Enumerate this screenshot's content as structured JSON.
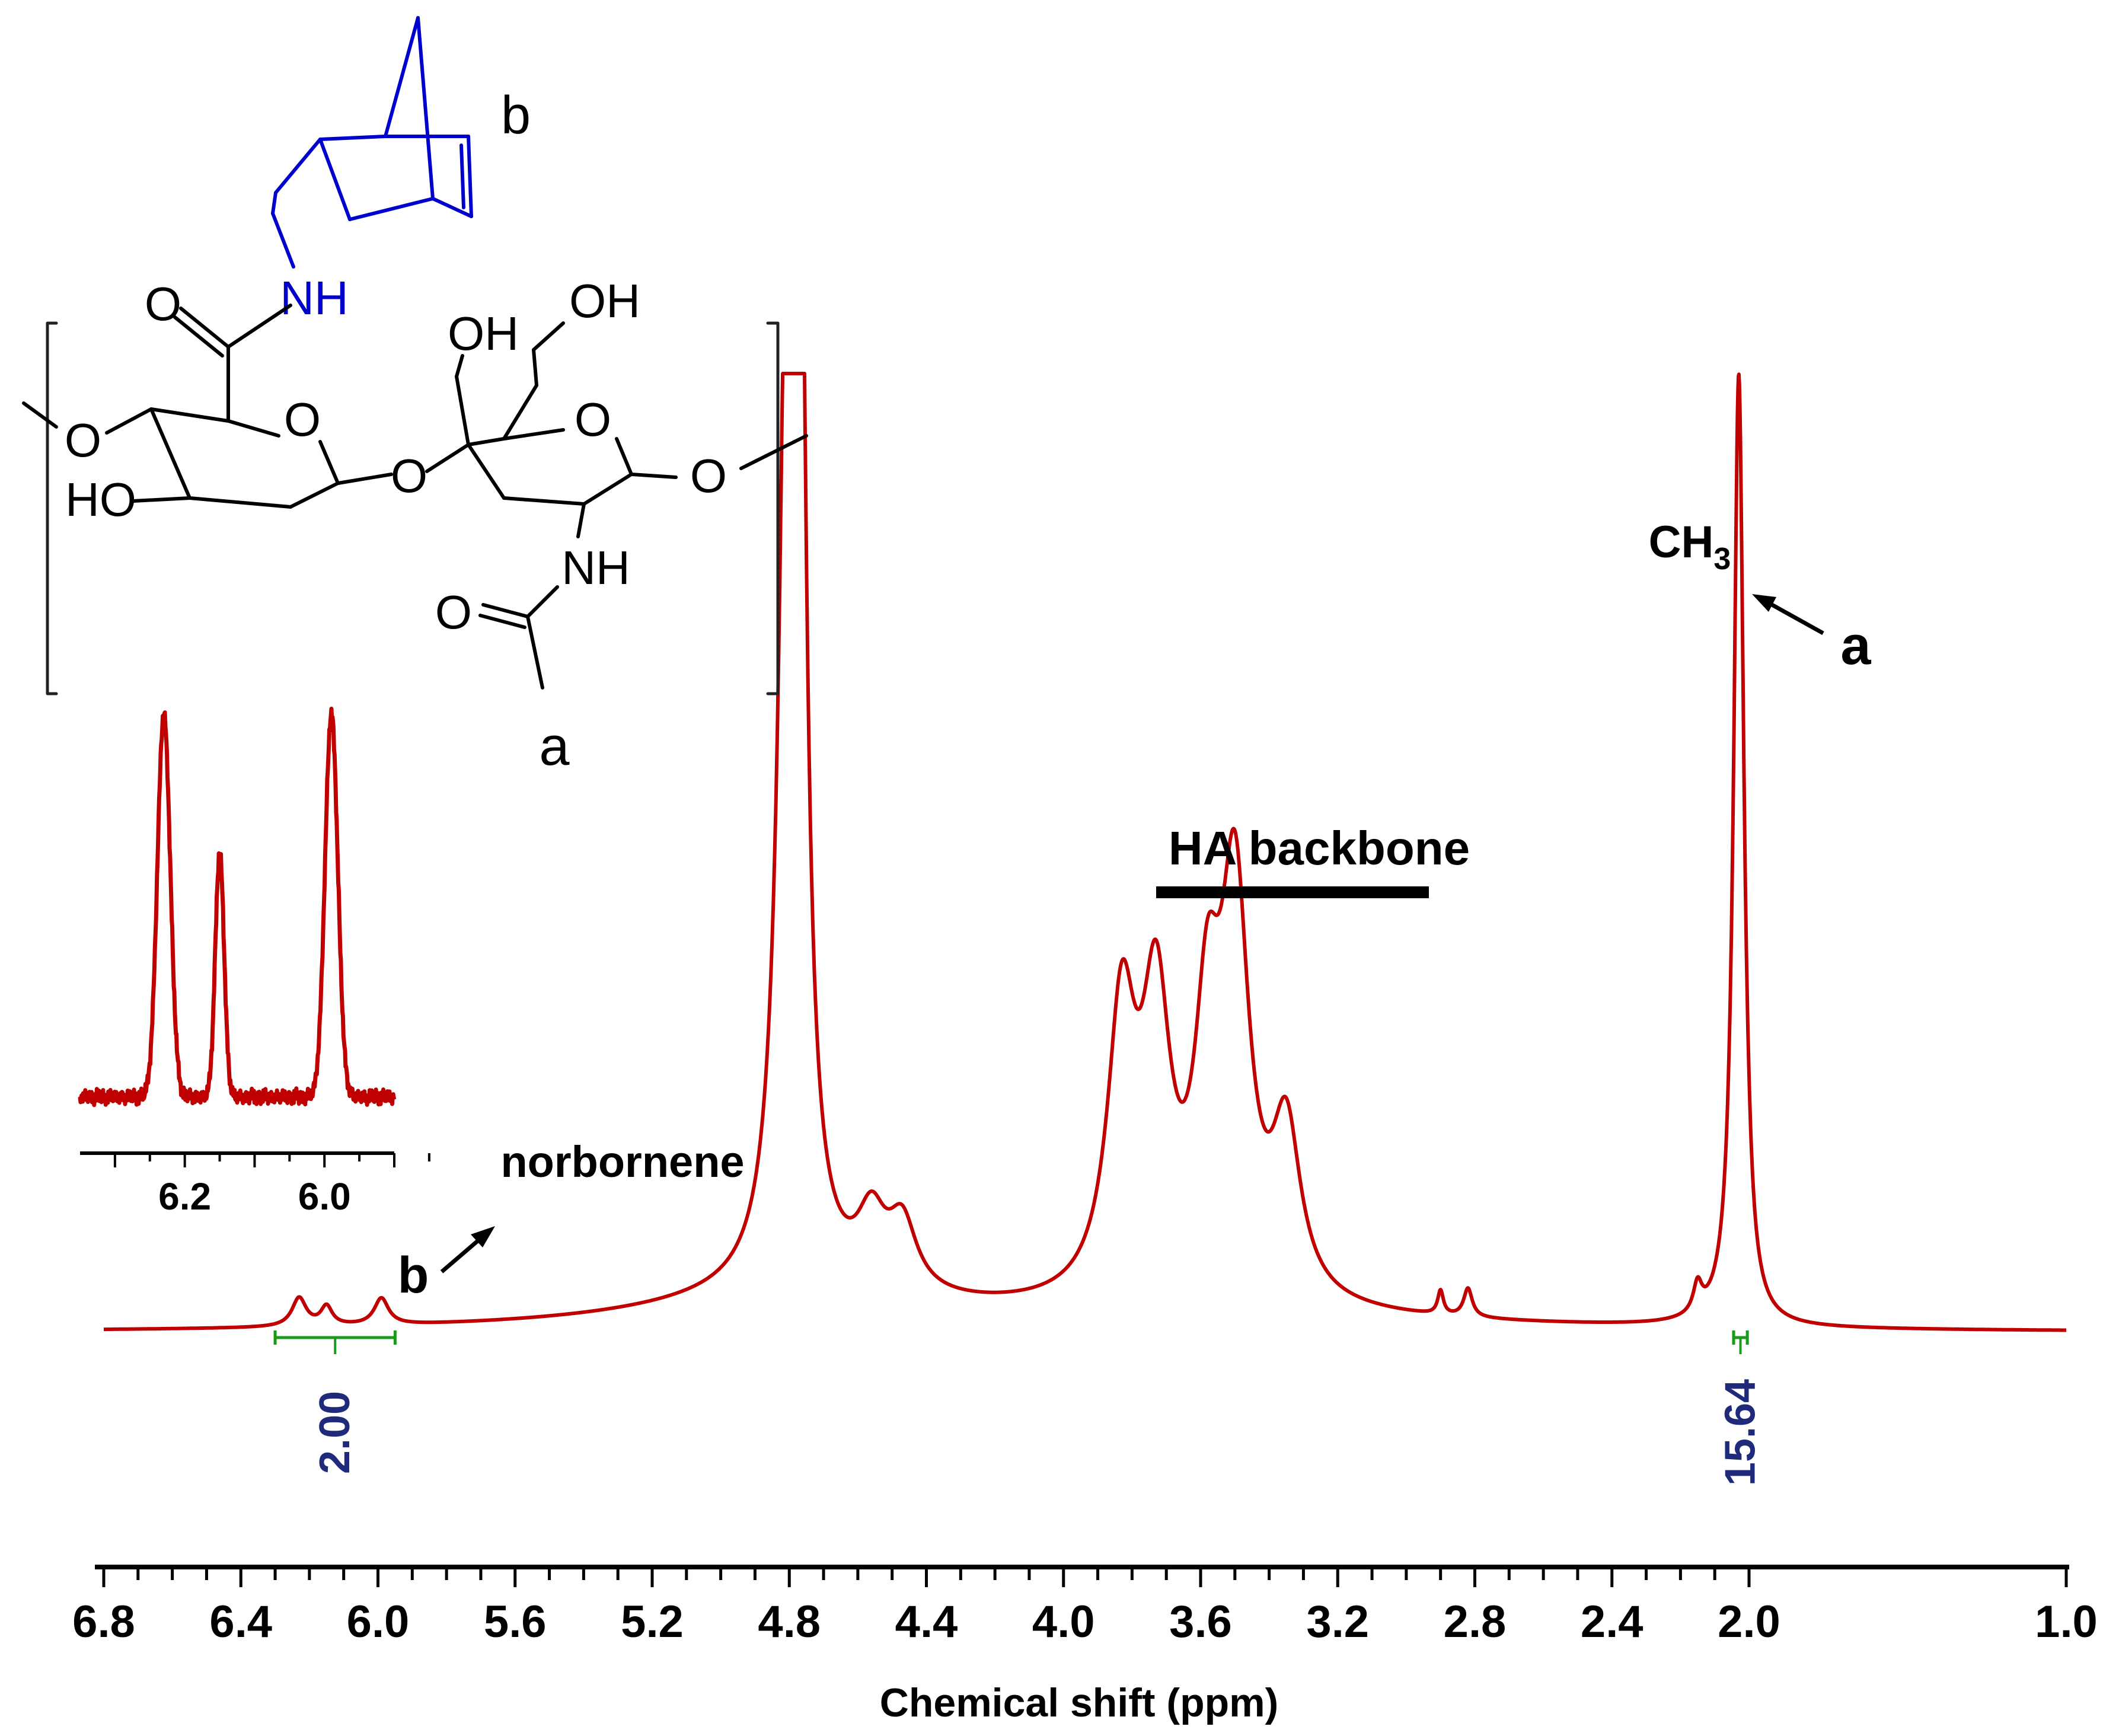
{
  "chart_data": {
    "type": "line",
    "xlabel": "Chemical shift (ppm)",
    "ylabel": "",
    "xlim": [
      6.8,
      1.0
    ],
    "x_ticks": [
      "6.8",
      "6.4",
      "6.0",
      "5.6",
      "5.2",
      "4.8",
      "4.4",
      "4.0",
      "3.6",
      "3.2",
      "2.8",
      "2.4",
      "2.0",
      "1.0"
    ],
    "grid": false,
    "series": [
      {
        "name": "",
        "color": "#c00000",
        "peaks": [
          {
            "x": 6.23,
            "height": 0.03,
            "width": 0.025
          },
          {
            "x": 6.15,
            "height": 0.02,
            "width": 0.02
          },
          {
            "x": 5.99,
            "height": 0.028,
            "width": 0.025
          },
          {
            "x": 4.8,
            "height": 1.2,
            "width": 0.03
          },
          {
            "x": 4.77,
            "height": 0.9,
            "width": 0.02
          },
          {
            "x": 4.56,
            "height": 0.07,
            "width": 0.05
          },
          {
            "x": 4.47,
            "height": 0.07,
            "width": 0.05
          },
          {
            "x": 3.83,
            "height": 0.29,
            "width": 0.05
          },
          {
            "x": 3.73,
            "height": 0.29,
            "width": 0.05
          },
          {
            "x": 3.58,
            "height": 0.25,
            "width": 0.045
          },
          {
            "x": 3.5,
            "height": 0.41,
            "width": 0.05
          },
          {
            "x": 3.35,
            "height": 0.17,
            "width": 0.05
          },
          {
            "x": 2.9,
            "height": 0.025,
            "width": 0.01
          },
          {
            "x": 2.82,
            "height": 0.03,
            "width": 0.015
          },
          {
            "x": 2.15,
            "height": 0.03,
            "width": 0.015
          },
          {
            "x": 2.03,
            "height": 1.0,
            "width": 0.018
          }
        ]
      }
    ],
    "integrals": [
      {
        "label": "2.00",
        "from": 6.3,
        "to": 5.95
      },
      {
        "label": "15.64",
        "from": 2.045,
        "to": 2.005
      }
    ],
    "annotations": {
      "ha_backbone": "HA backbone",
      "norbornene": "norbornene",
      "label_b_peak": "b",
      "label_a_peak": "a",
      "ch3_label": "CH",
      "ch3_subscript": "3"
    },
    "inset": {
      "x_ticks": [
        "6.2",
        "6.0"
      ],
      "xlim": [
        6.35,
        5.9
      ]
    }
  },
  "structure": {
    "label_b": "b",
    "label_a": "a",
    "nh_top": "NH",
    "o_carbonyl_top": "O",
    "oh_left": "OH",
    "oh_right": "OH",
    "ring_o_left": "O",
    "ring_o_right": "O",
    "o_glycosidic": "O",
    "o_left_end": "O",
    "o_right_end": "O",
    "ho_label": "HO",
    "nh_bottom": "NH",
    "o_carbonyl_bottom": "O",
    "color_norbornene": "#0000cc",
    "color_backbone": "#000000"
  }
}
